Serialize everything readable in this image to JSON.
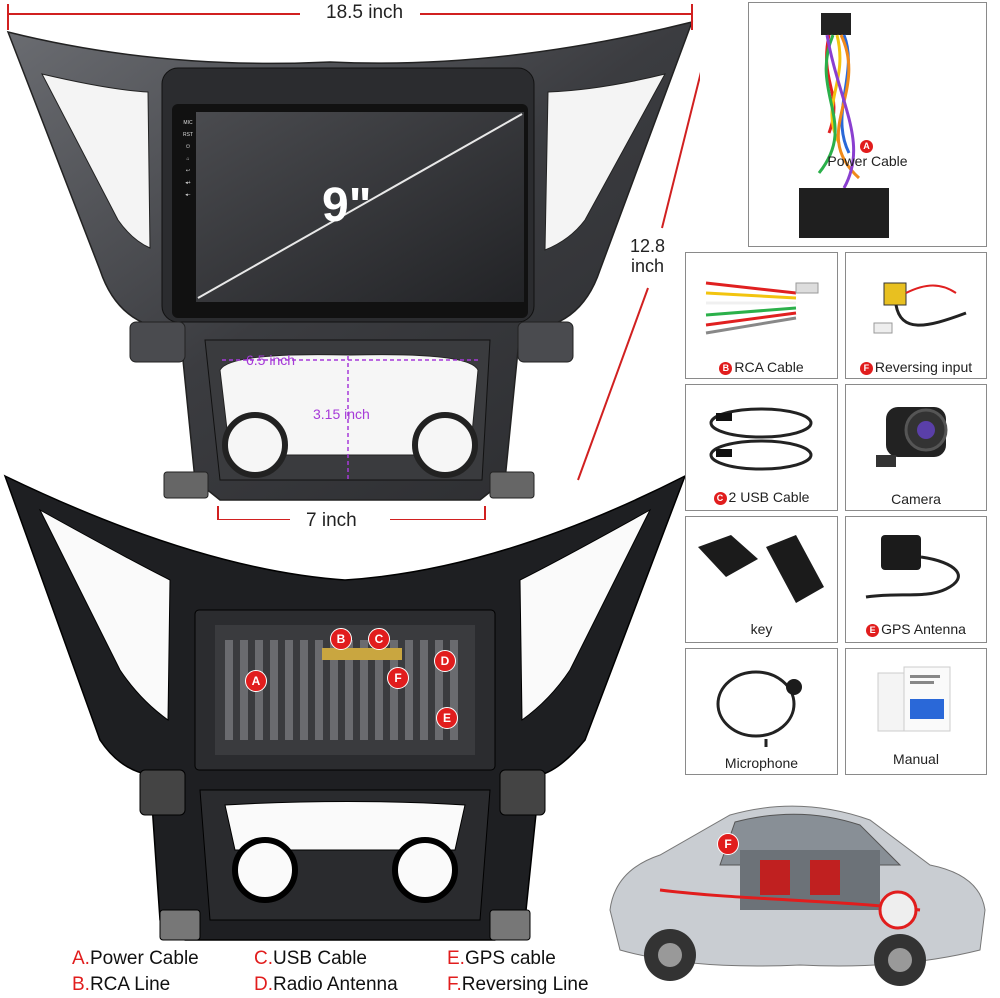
{
  "dimensions": {
    "width": "18.5 inch",
    "height_line1": "12.8",
    "height_line2": "inch",
    "screen": "9\"",
    "cutout_width": "6.5 inch",
    "cutout_height": "3.15 inch",
    "bottom_width": "7 inch"
  },
  "screen_buttons": [
    "MIC",
    "RST"
  ],
  "back_panel_badges": [
    "B",
    "C",
    "D",
    "A",
    "F",
    "E"
  ],
  "car_badge": "F",
  "accessories": [
    {
      "badge": "A",
      "label": "Power Cable"
    },
    {
      "badge": "B",
      "label": "RCA Cable"
    },
    {
      "badge": "F",
      "label": "Reversing input"
    },
    {
      "badge": "C",
      "label": "2 USB Cable"
    },
    {
      "badge": "",
      "label": "Camera"
    },
    {
      "badge": "",
      "label": "key"
    },
    {
      "badge": "E",
      "label": "GPS Antenna"
    },
    {
      "badge": "",
      "label": "Microphone"
    },
    {
      "badge": "",
      "label": "Manual"
    }
  ],
  "legend": [
    {
      "letter": "A.",
      "text": "Power Cable"
    },
    {
      "letter": "C.",
      "text": "USB Cable"
    },
    {
      "letter": "E.",
      "text": "GPS cable"
    },
    {
      "letter": "B.",
      "text": "RCA Line"
    },
    {
      "letter": "D.",
      "text": "Radio Antenna"
    },
    {
      "letter": "F.",
      "text": "Reversing Line"
    }
  ],
  "colors": {
    "dimension_line": "#d12020",
    "badge": "#e11d1d",
    "inner_dimension": "#a63ad8",
    "frame": "#3a3b3e"
  }
}
